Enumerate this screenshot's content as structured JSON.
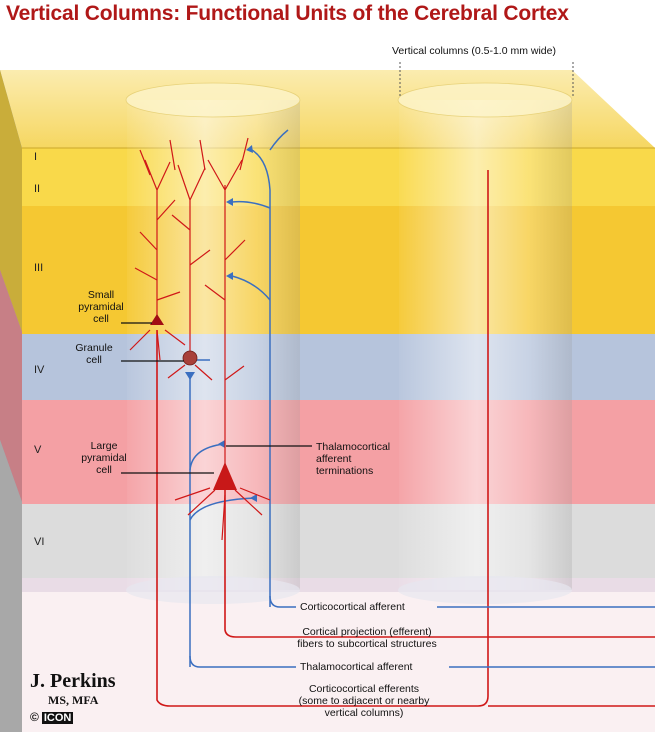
{
  "title": "Vertical Columns: Functional Units of the Cerebral Cortex",
  "column_width_label": "Vertical columns (0.5-1.0 mm wide)",
  "layers": [
    "I",
    "II",
    "III",
    "IV",
    "V",
    "VI"
  ],
  "labels": {
    "small_pyramidal": [
      "Small",
      "pyramidal",
      "cell"
    ],
    "granule": [
      "Granule",
      "cell"
    ],
    "large_pyramidal": [
      "Large",
      "pyramidal",
      "cell"
    ],
    "thalamocortical_terminations": [
      "Thalamocortical",
      "afferent",
      "terminations"
    ],
    "corticocortical_afferent": "Corticocortical afferent",
    "cortical_projection": [
      "Cortical projection (efferent)",
      "fibers to subcortical structures"
    ],
    "thalamocortical_afferent": "Thalamocortical afferent",
    "corticocortical_efferents": [
      "Corticocortical efferents",
      "(some to adjacent or nearby",
      "vertical columns)"
    ]
  },
  "signature": {
    "name": "J. Perkins",
    "degree": "MS, MFA",
    "copyright": "©",
    "logo": "ICON"
  },
  "colors": {
    "title": "#b01818",
    "neuron": "#d01818",
    "afferent": "#3a6fc0",
    "layer_1_3": "#f7d13a",
    "layer_4": "#b6c4dc",
    "layer_5": "#f4a0a4",
    "layer_6": "#dcdcdc"
  }
}
